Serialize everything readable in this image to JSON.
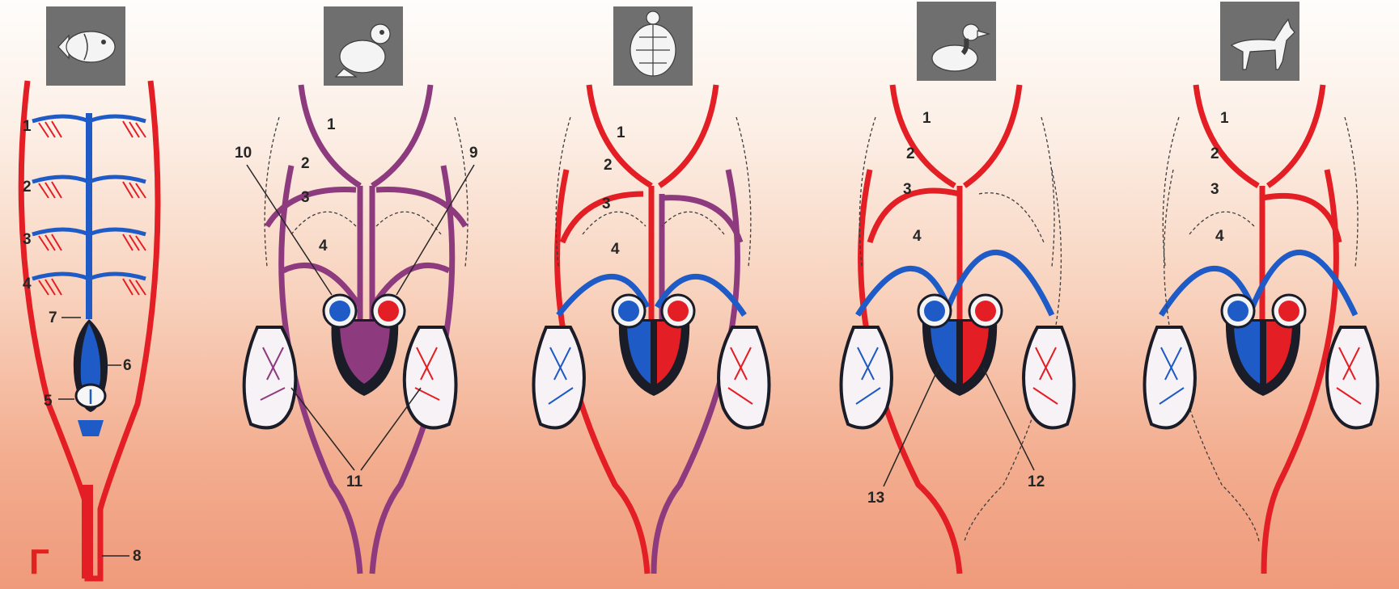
{
  "colors": {
    "arterial": "#e31e24",
    "venous": "#1e5bc6",
    "mixed": "#8e3a7e",
    "heart_dark": "#1a1c28",
    "label": "#262626",
    "letter": "#e0231e"
  },
  "panels": [
    {
      "icon": "fish-icon",
      "labels": {
        "n1": "1",
        "n2": "2",
        "n3": "3",
        "n4": "4",
        "n5": "5",
        "n6": "6",
        "n7": "7",
        "n8": "8"
      }
    },
    {
      "icon": "frog-icon",
      "labels": {
        "n1": "1",
        "n2": "2",
        "n3": "3",
        "n4": "4",
        "n9": "9",
        "n10": "10",
        "n11": "11"
      }
    },
    {
      "icon": "turtle-icon",
      "labels": {
        "n1": "1",
        "n2": "2",
        "n3": "3",
        "n4": "4"
      }
    },
    {
      "icon": "duck-icon",
      "labels": {
        "n1": "1",
        "n2": "2",
        "n3": "3",
        "n4": "4",
        "n12": "12",
        "n13": "13"
      }
    },
    {
      "icon": "dog-icon",
      "labels": {
        "n1": "1",
        "n2": "2",
        "n3": "3",
        "n4": "4"
      }
    }
  ],
  "figure_letter": "Г"
}
